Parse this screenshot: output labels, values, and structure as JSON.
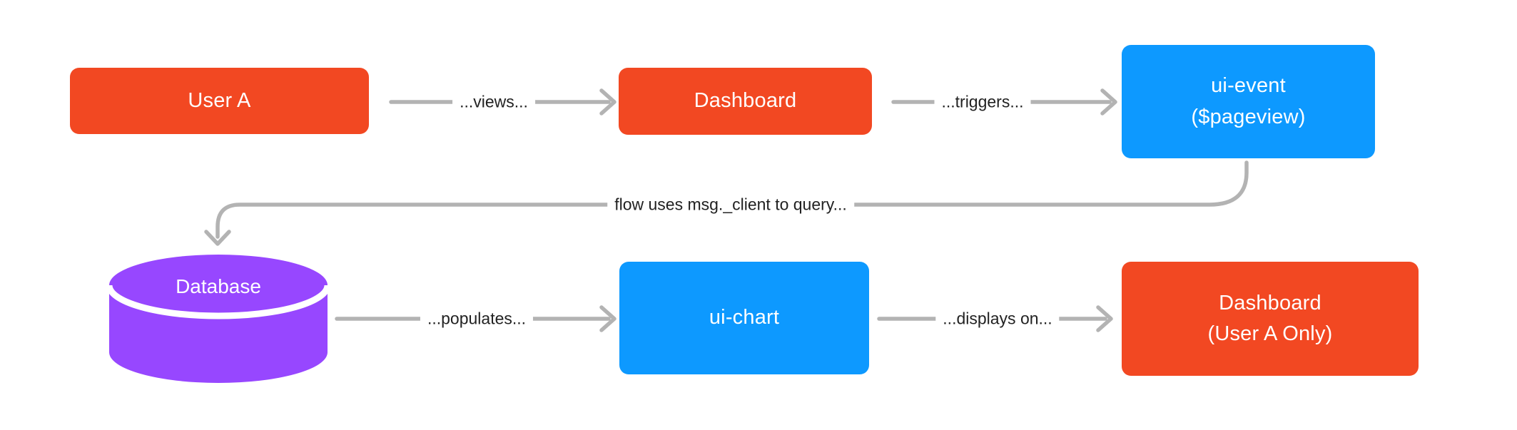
{
  "palette": {
    "canvas_bg": "#FFFFFF",
    "node_orange": "#F24822",
    "node_blue": "#0D99FF",
    "node_purple": "#9747FF",
    "node_text": "#FFFFFF",
    "connector_gray": "#B3B3B3",
    "edge_label_text": "#222222"
  },
  "nodes": {
    "user_a": {
      "label": "User A",
      "shape": "rounded-rect",
      "fill": "#F24822"
    },
    "dashboard": {
      "label": "Dashboard",
      "shape": "rounded-rect",
      "fill": "#F24822"
    },
    "ui_event": {
      "label": "ui-event\n($pageview)",
      "shape": "rounded-rect",
      "fill": "#0D99FF"
    },
    "database": {
      "label": "Database",
      "shape": "cylinder",
      "fill": "#9747FF"
    },
    "ui_chart": {
      "label": "ui-chart",
      "shape": "rounded-rect",
      "fill": "#0D99FF"
    },
    "dashboard_user_a": {
      "label": "Dashboard\n(User A Only)",
      "shape": "rounded-rect",
      "fill": "#F24822"
    }
  },
  "edges": {
    "views": {
      "label": "...views...",
      "from": "user_a",
      "to": "dashboard"
    },
    "triggers": {
      "label": "...triggers...",
      "from": "dashboard",
      "to": "ui_event"
    },
    "query": {
      "label": "flow uses msg._client to query...",
      "from": "ui_event",
      "to": "database"
    },
    "populates": {
      "label": "...populates...",
      "from": "database",
      "to": "ui_chart"
    },
    "displays_on": {
      "label": "...displays on...",
      "from": "ui_chart",
      "to": "dashboard_user_a"
    }
  }
}
